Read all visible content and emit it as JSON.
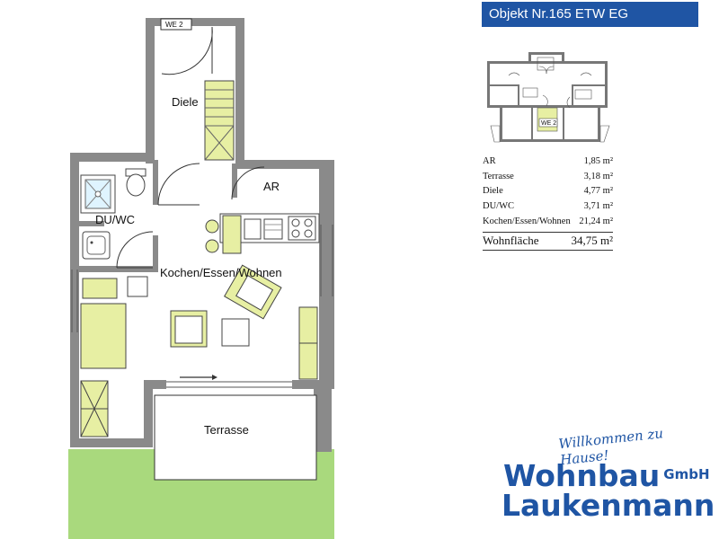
{
  "header": {
    "title": "Objekt Nr.165 ETW EG"
  },
  "plan": {
    "unit_tag": "WE 2",
    "rooms": {
      "diele": "Diele",
      "ar": "AR",
      "duwc": "DU/WC",
      "kochen": "Kochen/Essen/Wohnen",
      "terrasse": "Terrasse"
    }
  },
  "overview": {
    "unit_tag": "WE 2"
  },
  "areas": [
    {
      "name": "AR",
      "value": "1,85 m²"
    },
    {
      "name": "Terrasse",
      "value": "3,18 m²"
    },
    {
      "name": "Diele",
      "value": "4,77 m²"
    },
    {
      "name": "DU/WC",
      "value": "3,71 m²"
    },
    {
      "name": "Kochen/Essen/Wohnen",
      "value": "21,24 m²"
    }
  ],
  "total": {
    "label": "Wohnfläche",
    "value": "34,75 m²"
  },
  "brand": {
    "slogan": "Willkommen zu Hause!",
    "line1": "Wohnbau",
    "suffix": "GmbH",
    "line2": "Laukenmann"
  },
  "colors": {
    "brand_blue": "#1f55a4",
    "wall": "#8a8a8a",
    "fixture": "#e7efa3",
    "lawn": "#a9d97d"
  }
}
